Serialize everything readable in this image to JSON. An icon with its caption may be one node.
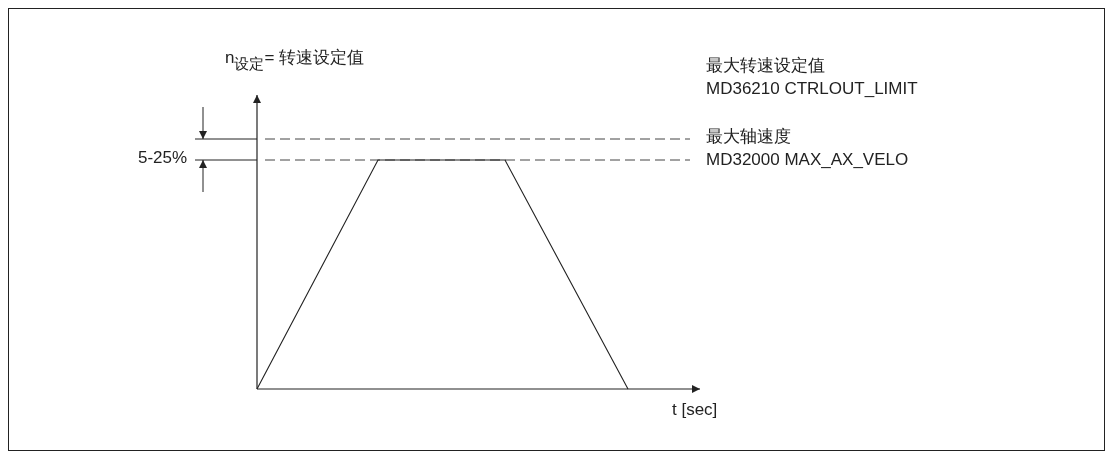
{
  "diagram": {
    "labels": [
      "n$_{设定}$= 转速设定值",
      "最大转速设定值",
      "MD36210 CTRLOUT_LIMIT",
      "5-25%",
      "最大轴速度",
      "MD32000 MAX_AX_VELO",
      "t [sec]"
    ]
  }
}
